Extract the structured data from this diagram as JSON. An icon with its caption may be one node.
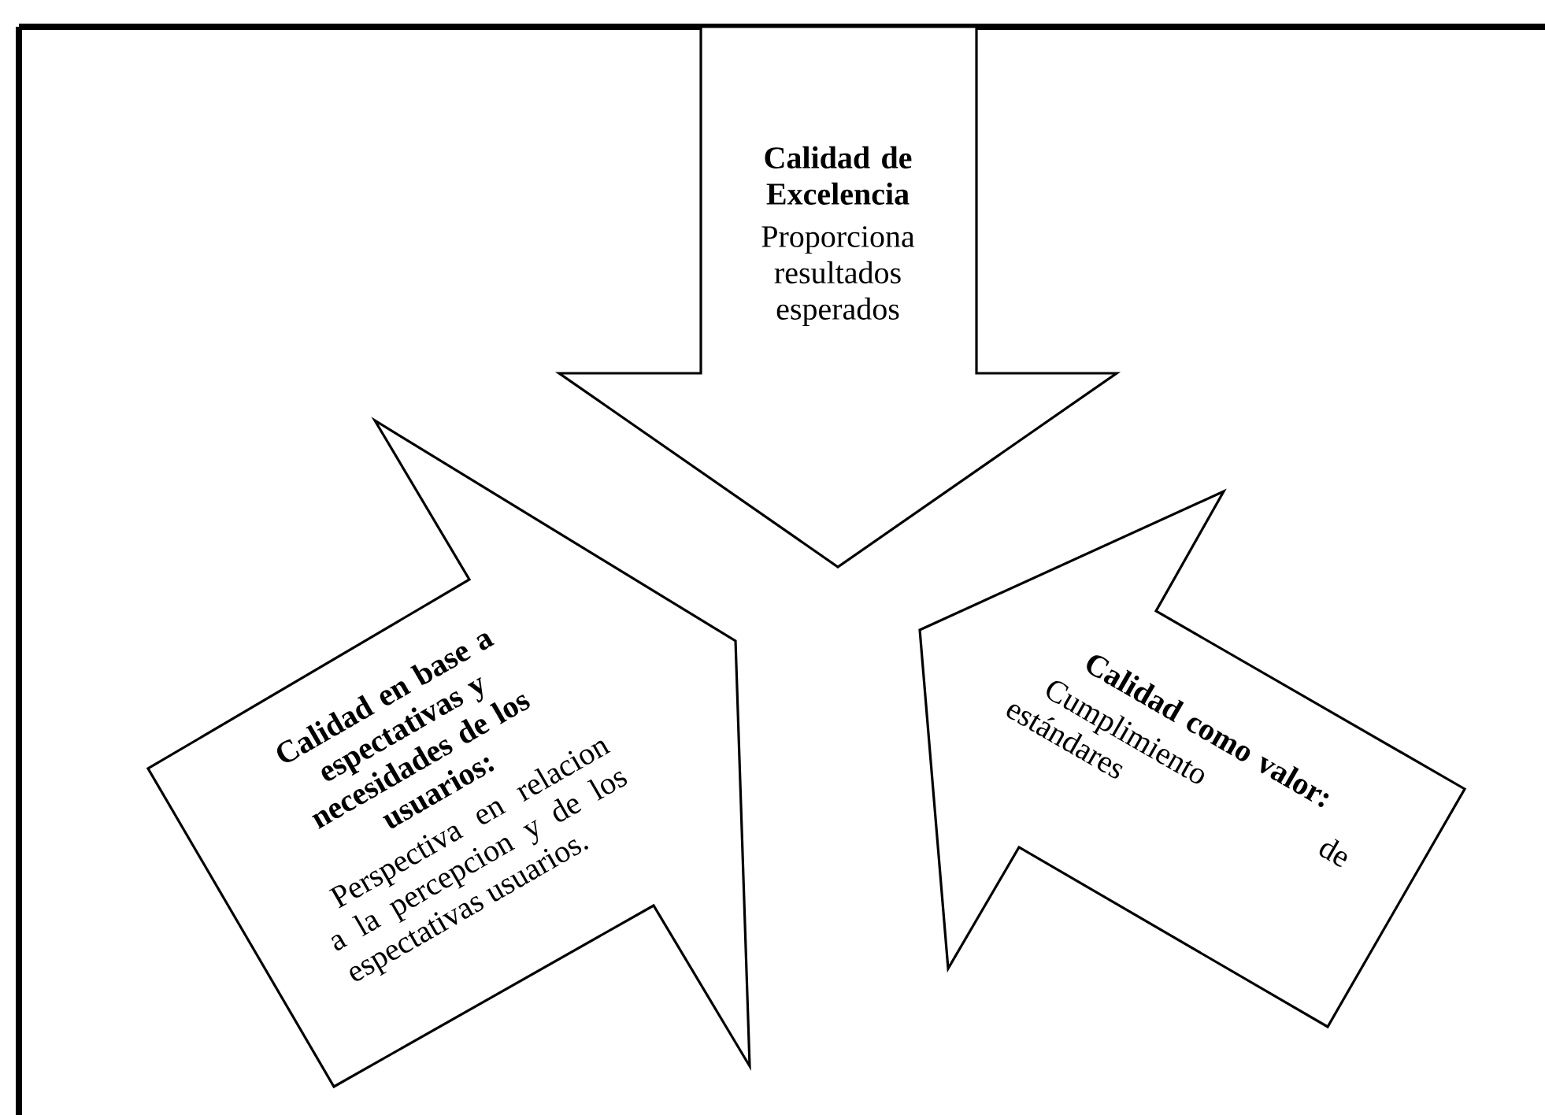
{
  "diagram": {
    "nodes": [
      {
        "text": [
          "Calidad de Excelencia",
          "Proporciona resultados esperados"
        ]
      },
      {
        "text": [
          "Calidad en base a espectativas y necesidades de los usuarios:",
          "Perspectiva en relacion a la percepcion y de los espectativas usuarios."
        ]
      },
      {
        "text": [
          "Calidad como valor:",
          "Cumplimiento de estándares"
        ]
      }
    ]
  }
}
